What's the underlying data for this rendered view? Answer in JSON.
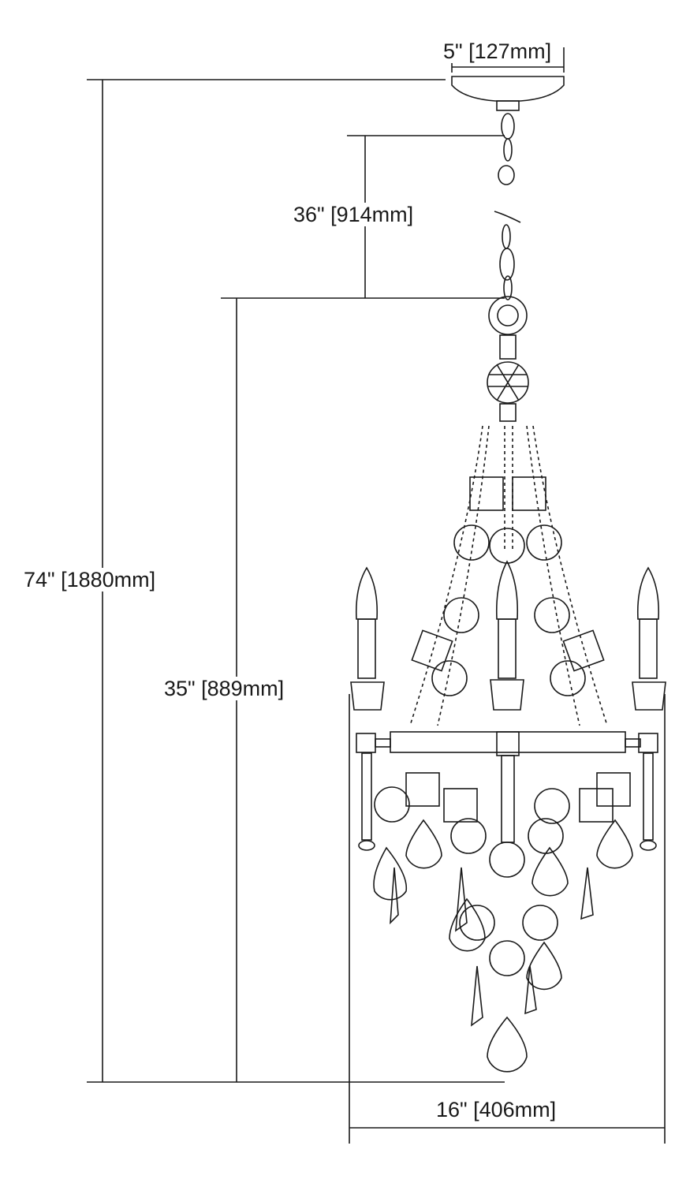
{
  "dimensions": {
    "canopy_width": "5\" [127mm]",
    "chain_length": "36\" [914mm]",
    "overall_height": "74\" [1880mm]",
    "fixture_height": "35\" [889mm]",
    "fixture_width": "16\" [406mm]"
  }
}
